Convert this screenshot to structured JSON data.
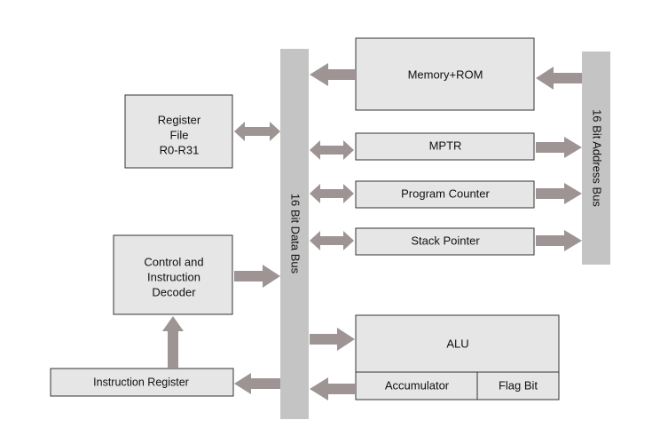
{
  "buses": {
    "data_bus": "16 Bit Data Bus",
    "address_bus": "16 Bit Address Bus"
  },
  "blocks": {
    "register_file": [
      "Register",
      "File",
      "R0-R31"
    ],
    "control_decoder": [
      "Control and",
      "Instruction",
      "Decoder"
    ],
    "instruction_register": "Instruction Register",
    "memory_rom": "Memory+ROM",
    "mptr": "MPTR",
    "program_counter": "Program Counter",
    "stack_pointer": "Stack Pointer",
    "alu": "ALU",
    "accumulator": "Accumulator",
    "flag_bit": "Flag Bit"
  },
  "colors": {
    "block_fill": "#e6e6e6",
    "bus_fill": "#c4c4c4",
    "arrow_fill": "#9e9494"
  }
}
